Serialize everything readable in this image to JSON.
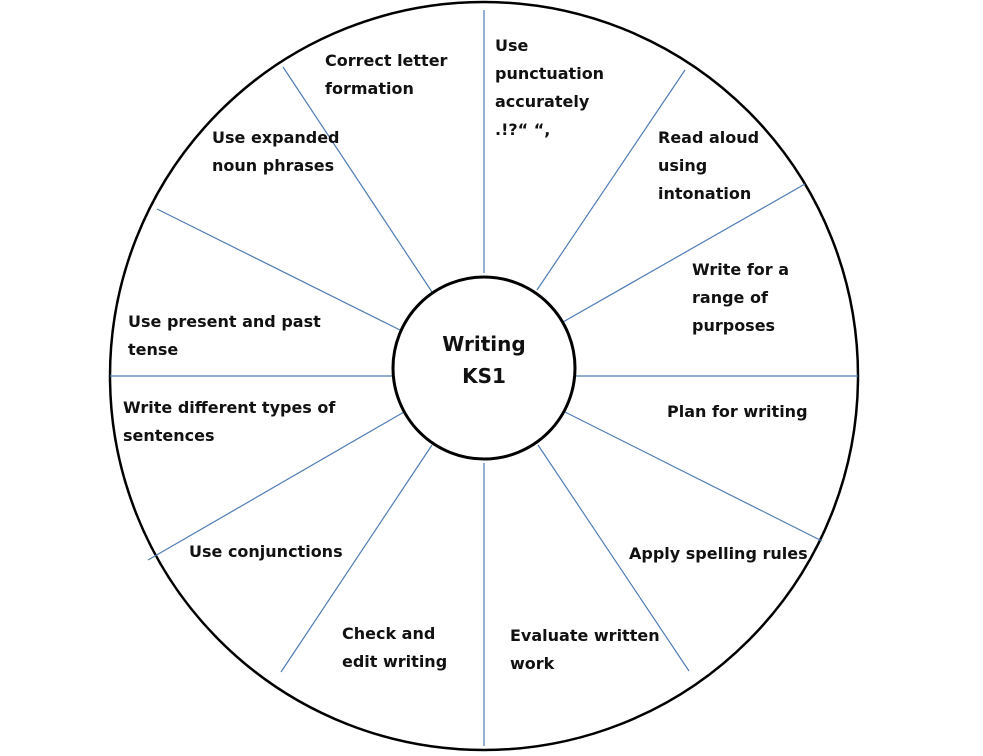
{
  "diagram": {
    "center": {
      "title": "Writing\nKS1"
    },
    "segments": [
      {
        "id": "punctuation",
        "label": "Use\npunctuation\naccurately\n.!?“ “,"
      },
      {
        "id": "read-aloud",
        "label": "Read aloud\nusing\nintonation"
      },
      {
        "id": "purposes",
        "label": "Write for a\nrange of\npurposes"
      },
      {
        "id": "plan",
        "label": "Plan for writing"
      },
      {
        "id": "spelling",
        "label": "Apply spelling rules"
      },
      {
        "id": "evaluate",
        "label": "Evaluate written\nwork"
      },
      {
        "id": "check-edit",
        "label": "Check and\nedit writing"
      },
      {
        "id": "conjunctions",
        "label": "Use conjunctions"
      },
      {
        "id": "sentences",
        "label": "Write different types of\nsentences"
      },
      {
        "id": "tense",
        "label": "Use present and past\ntense"
      },
      {
        "id": "noun-phrases",
        "label": "Use expanded\nnoun phrases"
      },
      {
        "id": "letter-formation",
        "label": "Correct letter\nformation"
      }
    ],
    "colors": {
      "outline": "#000000",
      "spoke": "#4f7cb5",
      "text": "#111111"
    }
  }
}
